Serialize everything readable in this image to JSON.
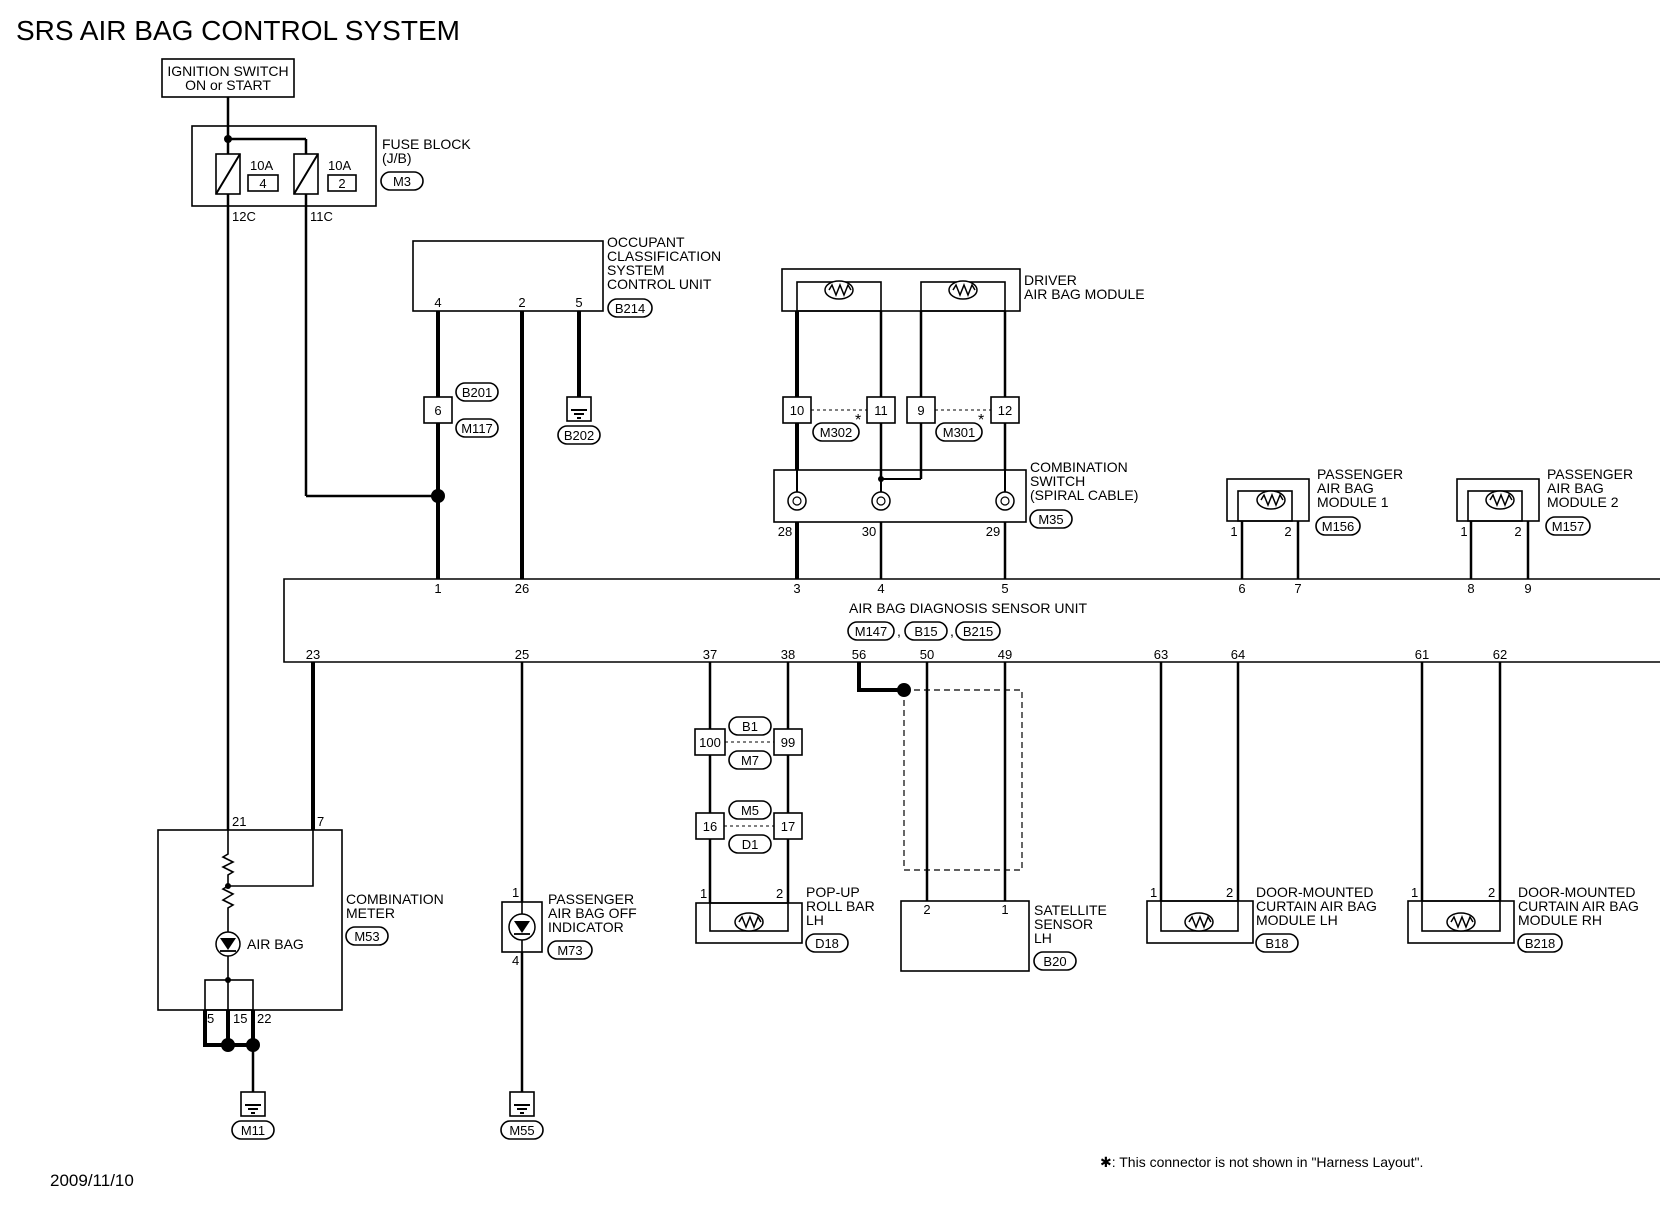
{
  "title": "SRS AIR BAG CONTROL SYSTEM",
  "date": "2009/11/10",
  "footnote": "✱: This connector is not shown in \"Harness Layout\".",
  "ignition": {
    "line1": "IGNITION SWITCH",
    "line2": "ON or START"
  },
  "fuse_block": {
    "label1": "FUSE BLOCK",
    "label2": "(J/B)",
    "connector": "M3",
    "fuse_a": {
      "rating": "10A",
      "num": "4",
      "terminal": "12C"
    },
    "fuse_b": {
      "rating": "10A",
      "num": "2",
      "terminal": "11C"
    }
  },
  "ocs": {
    "lines": [
      "OCCUPANT",
      "CLASSIFICATION",
      "SYSTEM",
      "CONTROL UNIT"
    ],
    "connector": "B214",
    "pins": [
      "4",
      "2",
      "5"
    ],
    "inline_pin": "6",
    "inline_conn_a": "B201",
    "inline_conn_b": "M117",
    "ground": "B202"
  },
  "driver": {
    "lines": [
      "DRIVER",
      "AIR BAG MODULE"
    ],
    "pins": [
      "10",
      "11",
      "9",
      "12"
    ],
    "conn_a": "M302",
    "conn_b": "M301"
  },
  "combo_switch": {
    "lines": [
      "COMBINATION",
      "SWITCH",
      "(SPIRAL CABLE)"
    ],
    "connector": "M35",
    "pins": [
      "28",
      "30",
      "29"
    ]
  },
  "pass1": {
    "lines": [
      "PASSENGER",
      "AIR BAG",
      "MODULE 1"
    ],
    "connector": "M156",
    "pins": [
      "1",
      "2"
    ]
  },
  "pass2": {
    "lines": [
      "PASSENGER",
      "AIR BAG",
      "MODULE 2"
    ],
    "connector": "M157",
    "pins": [
      "1",
      "2"
    ]
  },
  "sensor_unit": {
    "label": "AIR BAG DIAGNOSIS SENSOR UNIT",
    "connectors": [
      "M147",
      "B15",
      "B215"
    ],
    "top_pins": [
      "1",
      "26",
      "3",
      "4",
      "5",
      "6",
      "7",
      "8",
      "9"
    ],
    "bottom_pins": [
      "23",
      "25",
      "37",
      "38",
      "56",
      "50",
      "49",
      "63",
      "64",
      "61",
      "62"
    ]
  },
  "meter": {
    "lines": [
      "COMBINATION",
      "METER"
    ],
    "connector": "M53",
    "lamp": "AIR BAG",
    "pins_top": [
      "21",
      "7"
    ],
    "pins_bottom": [
      "5",
      "15",
      "22"
    ],
    "ground": "M11"
  },
  "pass_off": {
    "lines": [
      "PASSENGER",
      "AIR BAG OFF",
      "INDICATOR"
    ],
    "connector": "M73",
    "pins": [
      "1",
      "4"
    ],
    "ground": "M55"
  },
  "popup": {
    "lines": [
      "POP-UP",
      "ROLL BAR",
      "LH"
    ],
    "connector": "D18",
    "pins": [
      "1",
      "2"
    ],
    "jc1": {
      "left": "100",
      "right": "99",
      "conn_top": "B1",
      "conn_bottom": "M7"
    },
    "jc2": {
      "left": "16",
      "right": "17",
      "conn_top": "M5",
      "conn_bottom": "D1"
    }
  },
  "satellite": {
    "lines": [
      "SATELLITE",
      "SENSOR",
      "LH"
    ],
    "connector": "B20",
    "pins": [
      "2",
      "1"
    ]
  },
  "curtain_lh": {
    "lines": [
      "DOOR-MOUNTED",
      "CURTAIN AIR BAG",
      "MODULE LH"
    ],
    "connector": "B18",
    "pins": [
      "1",
      "2"
    ]
  },
  "curtain_rh": {
    "lines": [
      "DOOR-MOUNTED",
      "CURTAIN AIR BAG",
      "MODULE RH"
    ],
    "connector": "B218",
    "pins": [
      "1",
      "2"
    ]
  }
}
